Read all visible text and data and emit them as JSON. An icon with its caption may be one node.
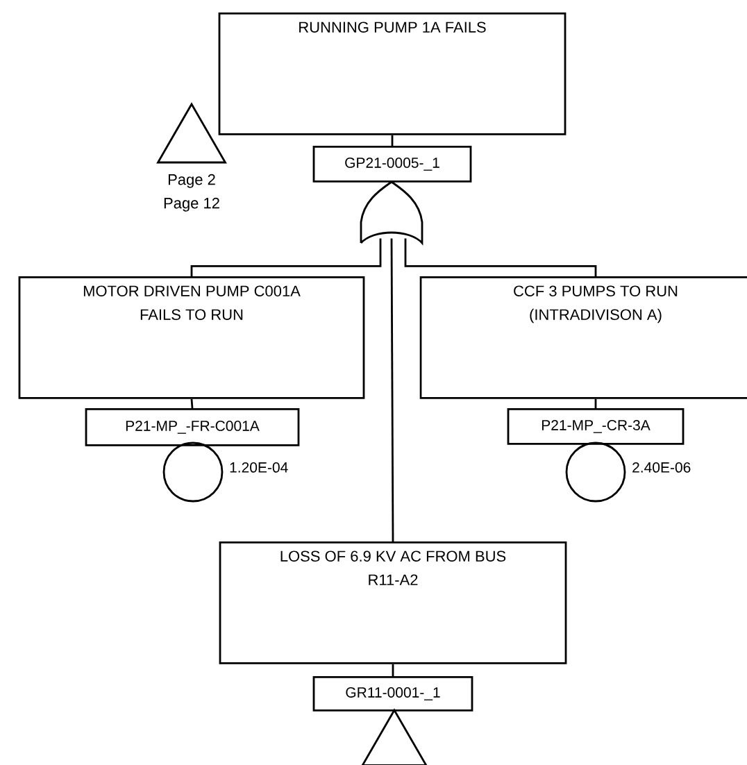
{
  "diagram": {
    "nodes": [
      {
        "text": [
          "RUNNING PUMP 1A FAILS"
        ]
      },
      {
        "text": [
          "GP21-0005-_1"
        ]
      },
      {
        "text": [],
        "shape": "triangle",
        "beside": [
          "Page 2",
          "Page 12"
        ]
      },
      {
        "text": [],
        "shape": "gate"
      },
      {
        "text": [
          "MOTOR DRIVEN PUMP C001A FAILS TO RUN"
        ]
      },
      {
        "text": [
          "P21-MP_-FR-C001A"
        ]
      },
      {
        "text": [],
        "shape": "circle",
        "beside": [
          "1.20E-04"
        ]
      },
      {
        "text": [
          "CCF 3 PUMPS TO RUN (INTRADIVISON A)"
        ]
      },
      {
        "text": [
          "P21-MP_-CR-3A"
        ]
      },
      {
        "text": [],
        "shape": "circle",
        "beside": [
          "2.40E-06"
        ]
      },
      {
        "text": [
          "LOSS OF 6.9 KV AC FROM BUS R11-A2"
        ]
      },
      {
        "text": [
          "GR11-0001-_1"
        ]
      },
      {
        "text": [],
        "shape": "triangle"
      }
    ],
    "edges": [
      {
        "from": 0,
        "to": 1,
        "arrow": "none"
      },
      {
        "from": 3,
        "to": 4,
        "arrow": "none"
      },
      {
        "from": 3,
        "to": 7,
        "arrow": "none"
      },
      {
        "from": 3,
        "to": 10,
        "arrow": "none"
      },
      {
        "from": 4,
        "to": 5,
        "arrow": "none"
      },
      {
        "from": 7,
        "to": 8,
        "arrow": "none"
      },
      {
        "from": 10,
        "to": 11,
        "arrow": "none"
      }
    ]
  }
}
